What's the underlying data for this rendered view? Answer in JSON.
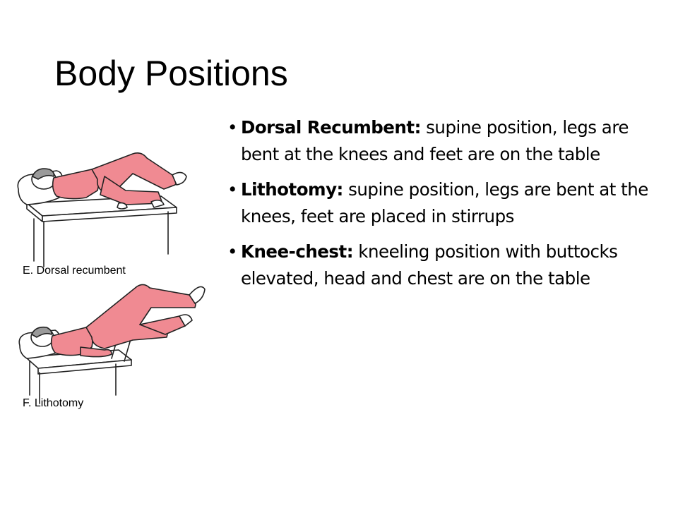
{
  "slide": {
    "title": "Body Positions"
  },
  "bullets": [
    {
      "term": "Dorsal Recumbent:",
      "text": " supine position, legs are bent at the knees and feet are on the table"
    },
    {
      "term": "Lithotomy:",
      "text": " supine position, legs are bent at the knees, feet are placed in stirrups"
    },
    {
      "term": "Knee-chest:",
      "text": " kneeling position with buttocks elevated, head and chest are on the table"
    }
  ],
  "figures": [
    {
      "caption": "E. Dorsal recumbent"
    },
    {
      "caption": "F. Lithotomy"
    }
  ],
  "colors": {
    "body_fill": "#f08a92",
    "outline": "#222222",
    "skin": "#ffffff"
  }
}
